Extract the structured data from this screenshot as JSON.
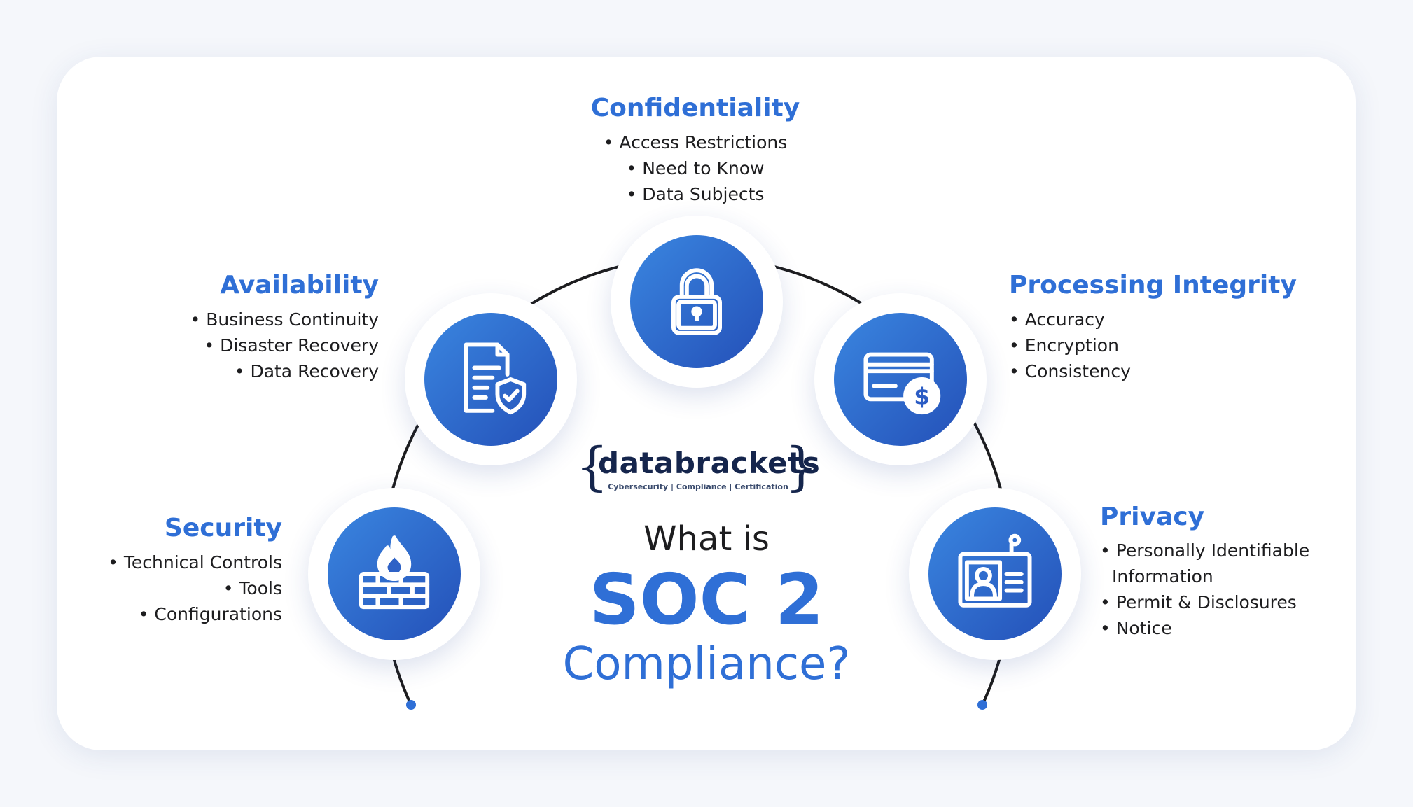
{
  "brand": {
    "name": "databrackets",
    "tagline": "Cybersecurity | Compliance | Certification"
  },
  "question": {
    "line1": "What is",
    "line2": "SOC 2",
    "line3": "Compliance?"
  },
  "pillars": [
    {
      "title": "Confidentiality",
      "icon": "lock-icon",
      "items": [
        "Access Restrictions",
        "Need to Know",
        "Data Subjects"
      ]
    },
    {
      "title": "Availability",
      "icon": "document-shield-icon",
      "items": [
        "Business Continuity",
        "Disaster Recovery",
        "Data Recovery"
      ]
    },
    {
      "title": "Processing Integrity",
      "icon": "card-dollar-icon",
      "items": [
        "Accuracy",
        "Encryption",
        "Consistency"
      ]
    },
    {
      "title": "Security",
      "icon": "firewall-icon",
      "items": [
        "Technical Controls",
        "Tools",
        "Configurations"
      ]
    },
    {
      "title": "Privacy",
      "icon": "id-card-icon",
      "items": [
        "Personally Identifiable",
        "Information",
        "Permit & Disclosures",
        "Notice"
      ]
    }
  ],
  "colors": {
    "accent": "#2f6fd6",
    "icon_gradient_start": "#3a86e0",
    "icon_gradient_end": "#2450b8",
    "text": "#1d1d1f",
    "brand": "#15254c",
    "background": "#f5f7fb",
    "card": "#ffffff"
  }
}
